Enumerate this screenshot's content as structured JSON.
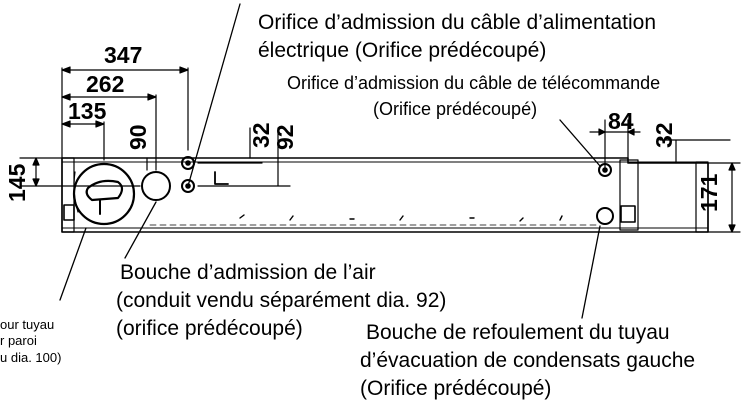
{
  "labels": {
    "power_cable": "Orifice d’admission du câble d’alimentation",
    "power_cable_2": "électrique (Orifice prédécoupé)",
    "remote_cable": "Orifice d’admission du câble de télécommande",
    "remote_cable_2": "(Orifice prédécoupé)",
    "air_intake": "Bouche d’admission de l’air",
    "air_intake_2": "(conduit vendu séparément dia. 92)",
    "air_intake_3": "(orifice prédécoupé)",
    "drain": "Bouche de refoulement du tuyau",
    "drain_2": "d’évacuation de condensats gauche",
    "drain_3": "(Orifice prédécoupé)",
    "wall_pipe_1": "our tuyau",
    "wall_pipe_2": "r paroi",
    "wall_pipe_3": "u dia. 100)"
  },
  "dimensions": {
    "d347": "347",
    "d262": "262",
    "d135": "135",
    "d90": "90",
    "d32a": "32",
    "d92": "92",
    "d84": "84",
    "d32b": "32",
    "d145": "145",
    "d171": "171"
  },
  "colors": {
    "ink": "#000000",
    "background": "#ffffff"
  }
}
